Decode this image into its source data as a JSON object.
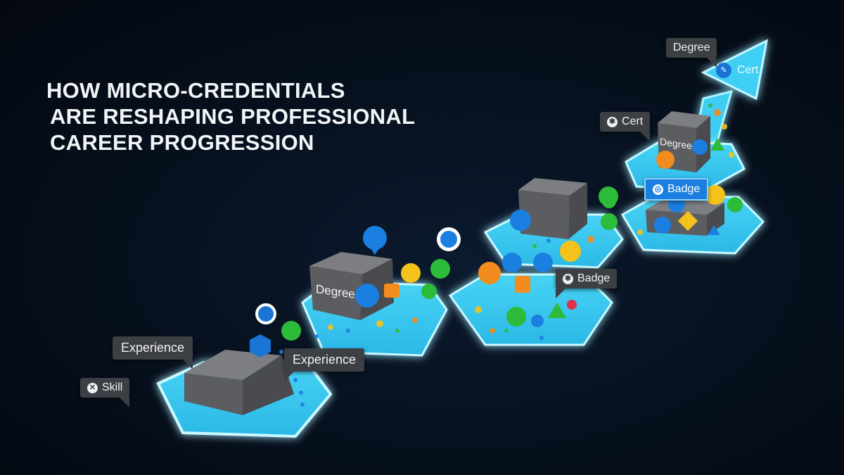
{
  "title": {
    "line1": "HOW MICRO-CREDENTIALS",
    "line2": "ARE RESHAPING PROFESSIONAL",
    "line3": "CAREER PROGRESSION"
  },
  "labels": {
    "skill": "Skill",
    "experience_left": "Experience",
    "experience_right": "Experience",
    "degree_cube_1": "Degree",
    "badge_mid": "Badge",
    "cert_upper": "Cert",
    "degree_cube_4": "Degree",
    "badge_upper": "Badge",
    "degree_top": "Degree",
    "cert_arrow": "Cert"
  },
  "icons": {
    "skill_glyph": "✕",
    "badge_glyph": "✱",
    "cert_glyph": "✱",
    "badge_upper_glyph": "◎",
    "cert_arrow_glyph": "✎"
  },
  "colors": {
    "background": "#07111f",
    "platform": "#35c6ef",
    "platform_glow": "#5fe0ff",
    "platform_edge": "#bff4ff",
    "cube_top": "#7a7b7e",
    "cube_left": "#5b5c60",
    "cube_right": "#4a4b4f",
    "tag_bg": "#3c3f44",
    "blue": "#1a7fe0",
    "green": "#2dbb3a",
    "orange": "#f28c1e",
    "yellow": "#f4c21b"
  },
  "steps": [
    {
      "name": "step-1",
      "label": "Skill / Experience"
    },
    {
      "name": "step-2",
      "label": "Degree"
    },
    {
      "name": "step-3",
      "label": "Badge"
    },
    {
      "name": "step-4",
      "label": "Cert / Degree / Badge"
    },
    {
      "name": "step-5",
      "label": "Cert"
    }
  ]
}
